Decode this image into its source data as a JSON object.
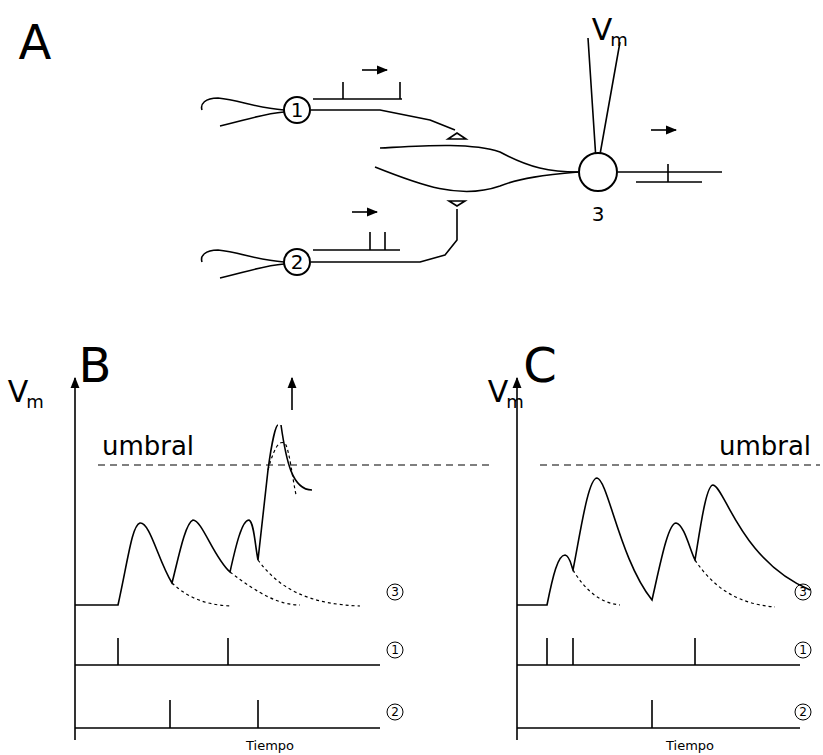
{
  "diagram": {
    "nodes": [
      {
        "text": [
          "1"
        ]
      },
      {
        "text": [
          "2"
        ]
      },
      {
        "text": [
          "3"
        ]
      }
    ],
    "edges": [
      {
        "from": 0,
        "to": 2,
        "arrow": "none"
      },
      {
        "from": 1,
        "to": 2,
        "arrow": "none"
      }
    ],
    "labels": [
      "A",
      "V",
      "m",
      "B",
      "V",
      "m",
      "umbral",
      "3",
      "1",
      "2",
      "Tiempo",
      "C",
      "V",
      "m",
      "umbral",
      "3",
      "1",
      "2",
      "Tiempo"
    ]
  }
}
